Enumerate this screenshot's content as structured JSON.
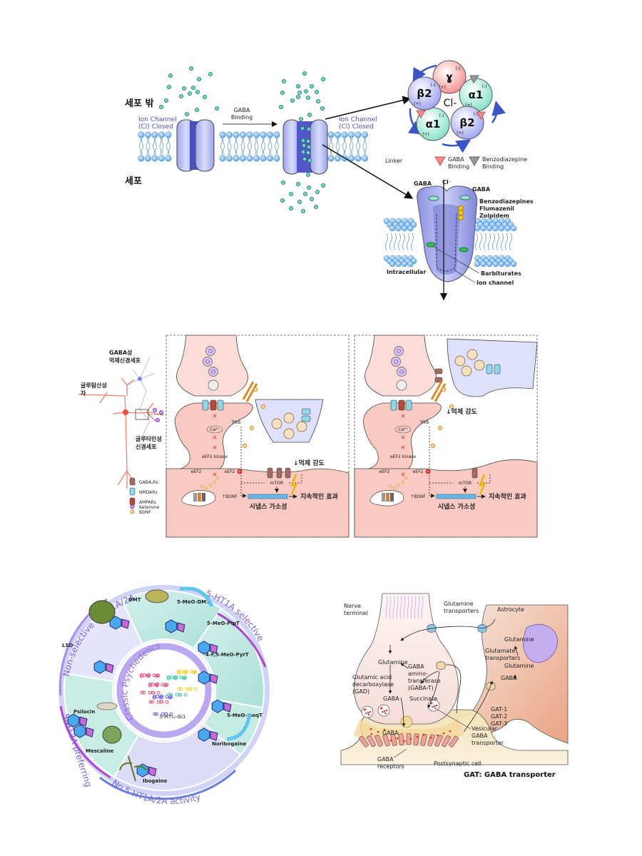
{
  "panel1": {
    "outside_label": "세포 밖",
    "inside_label": "세포",
    "channel_left_label": [
      "Ion Channel",
      "(Cl) Closed"
    ],
    "arrow_label": [
      "GABA",
      "Binding"
    ],
    "channel_right_label": [
      "Ion Channel",
      "(Cl) Closed"
    ],
    "subunits": [
      {
        "name": "ɣ",
        "color": "#f28c8c",
        "signs": [
          "(+)",
          "(-)"
        ]
      },
      {
        "name": "α1",
        "color": "#7fe0c4",
        "signs": [
          "(+)",
          "(-)"
        ]
      },
      {
        "name": "β2",
        "color": "#9b9ff0",
        "signs": [
          "(+)",
          "(-)"
        ]
      },
      {
        "name": "α1",
        "color": "#7fe0c4",
        "signs": [
          "(+)",
          "(-)"
        ]
      },
      {
        "name": "β2",
        "color": "#9b9ff0",
        "signs": [
          "(+)",
          "(-)"
        ]
      }
    ],
    "center_ion": "Cl-",
    "linker_label": "Linker",
    "legend": [
      {
        "label": [
          "GABA",
          "Binding"
        ],
        "color": "#f28c8c"
      },
      {
        "label": [
          "Benzodiazepine",
          "Binding"
        ],
        "color": "#999999"
      }
    ],
    "receptor3d": {
      "gaba_left": "GABA",
      "ion": "Cl⁻",
      "gaba_right": "GABA",
      "drugs": [
        "Benzodiazepines",
        "Flumazenil",
        "Zolpidem"
      ],
      "intracellular": "Intracellular",
      "barbiturates": "Barbiturates",
      "ion_channel": "Ion channel"
    }
  },
  "panel2": {
    "neuron_labels": {
      "gaba_neuron": [
        "GABA성",
        "억제신경세포"
      ],
      "glutamatergic": [
        "글루탐산성",
        "자"
      ],
      "glutaminergic": [
        "글루타민성",
        "신경세포"
      ]
    },
    "legend": [
      {
        "label": "GABAₐRs",
        "icon": "gabaa-receptor-icon"
      },
      {
        "label": "NMDARs",
        "icon": "nmda-receptor-icon"
      },
      {
        "label": "AMPARs",
        "icon": "ampa-receptor-icon"
      },
      {
        "label": "Ketamine",
        "icon": "ketamine-dot-icon"
      },
      {
        "label": "BDNF",
        "icon": "bdnf-dot-icon"
      }
    ],
    "left_box": {
      "trkb": "TrkB",
      "ca": "Ca²⁺",
      "eef2_kinase": "eEF2 kinase",
      "eef2_left": "eEF2",
      "eef2_right": "eEF2",
      "phospho": "P",
      "mtor": "mTOR",
      "bdnf": "↑BDNF",
      "inhibition": "↓억제 감도",
      "plasticity": "시냅스 가소성",
      "effect": "지속적인 효과"
    },
    "right_box": {
      "trkb": "TrkB",
      "ca": "Ca²⁺",
      "eef2_kinase": "eEF2 kinase",
      "eef2_left": "eEF2",
      "eef2_right": "eEF2",
      "phospho": "P",
      "mtor": "mTOR",
      "bdnf": "↑BDNF",
      "inhibition": "↓억제 감도",
      "plasticity": "시냅스 가소성",
      "effect": "지속적인 효과"
    }
  },
  "panel3": {
    "center_label": "5-HT₁ₐ-Gi1",
    "inner_arc": "Classic Psychedelics",
    "outer_arcs": [
      "Non-selective 5-HT1A/2A",
      "5-HT1A selective",
      "No 5-HT1A/2A activity",
      "5-HT2A preferring"
    ],
    "compounds": [
      "DMT",
      "5-MeO-DMT",
      "LSD",
      "5-MeO-PipT",
      "4-F,5-MeO-PyrT",
      "Psilocin",
      "5-MeO-IsoqT",
      "Mescaline",
      "Noribogaine",
      "Ibogaine"
    ]
  },
  "panel4": {
    "nerve_terminal": [
      "Nerve",
      "terminal"
    ],
    "glutamine_transporters": [
      "Glutamine",
      "transporters"
    ],
    "astrocyte": "Astrocyte",
    "glutamine1": "Glutamine",
    "gad": [
      "Glutamic acid",
      "decarboxylase",
      "(GAD)"
    ],
    "gaba_t": [
      "GABA",
      "amino-",
      "transferase",
      "(GABA-T)"
    ],
    "succinate": "Succinate",
    "gaba_terminal": "GABA",
    "gaba_cleft": "GABA",
    "astro_glutamine1": "Glutamine",
    "glutamate_transporters": [
      "Glutamate",
      "transporters"
    ],
    "astro_glutamine2": "Glutamine",
    "astro_gaba": "GABA",
    "gats": [
      "GAT-1",
      "GAT-2",
      "GAT-3"
    ],
    "vesicular": [
      "Vesicular",
      "GABA",
      "transporter"
    ],
    "gaba_receptors": [
      "GABA",
      "receptors"
    ],
    "postsynaptic": "Postsynaptic cell",
    "caption": "GAT: GABA transporter"
  }
}
